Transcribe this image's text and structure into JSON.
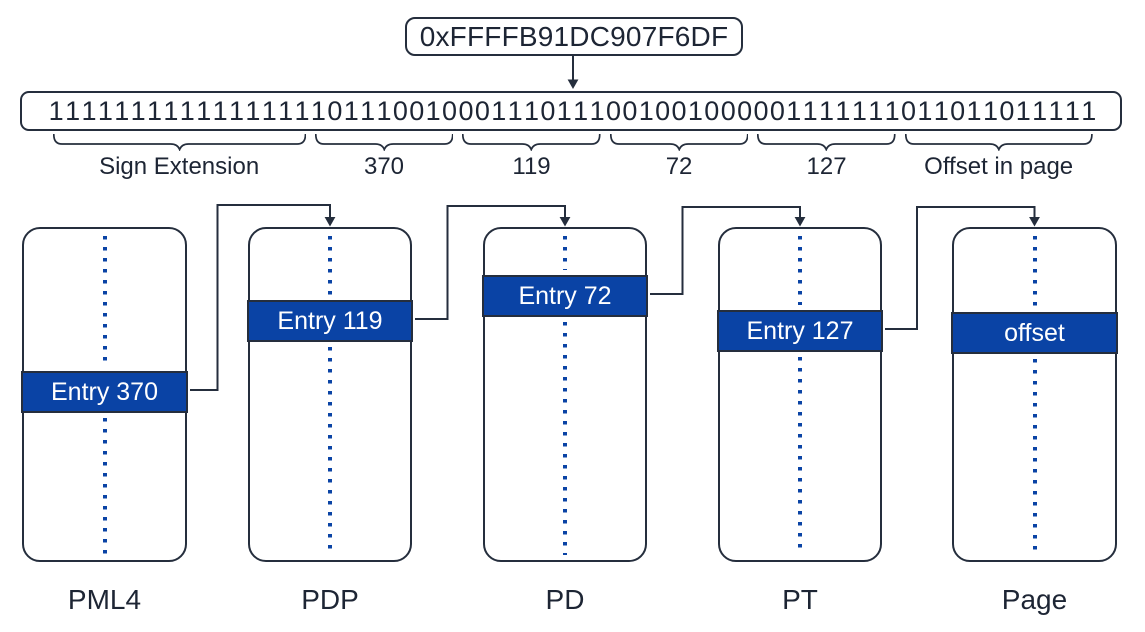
{
  "virtual_address": "0xFFFFB91DC907F6DF",
  "binary_string": "1111111111111111101110010001110111001001000001111111011011011111",
  "bit_fields": [
    {
      "label": "Sign Extension",
      "bits": 16
    },
    {
      "label": "370",
      "bits": 9
    },
    {
      "label": "119",
      "bits": 9
    },
    {
      "label": "72",
      "bits": 9
    },
    {
      "label": "127",
      "bits": 9
    },
    {
      "label": "Offset in page",
      "bits": 12
    }
  ],
  "page_tables": [
    {
      "name": "PML4",
      "entry_label": "Entry 370"
    },
    {
      "name": "PDP",
      "entry_label": "Entry 119"
    },
    {
      "name": "PD",
      "entry_label": "Entry 72"
    },
    {
      "name": "PT",
      "entry_label": "Entry 127"
    },
    {
      "name": "Page",
      "entry_label": "offset"
    }
  ],
  "colors": {
    "entry_blue": "#0a43a5",
    "ink": "#252e3d"
  }
}
